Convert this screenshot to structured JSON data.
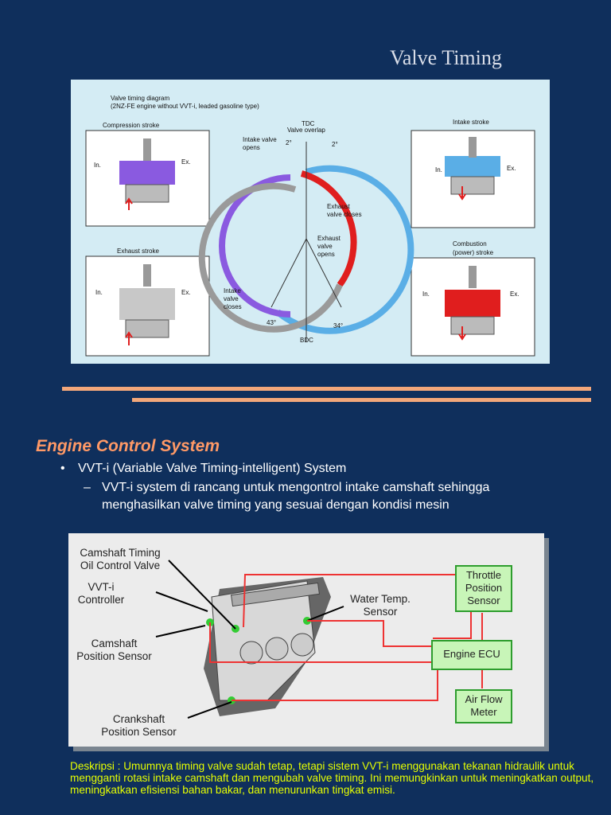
{
  "slide": {
    "title": "Valve Timing",
    "section_title": "Engine Control System",
    "bullet": "VVT-i (Variable Valve Timing-intelligent) System",
    "sub_bullet": "VVT-i system di rancang untuk mengontrol intake camshaft sehingga menghasilkan valve timing yang sesuai dengan kondisi mesin",
    "description": "Deskripsi : Umumnya timing valve sudah tetap, tetapi sistem VVT-i menggunakan tekanan hidraulik untuk mengganti rotasi intake camshaft dan mengubah valve timing. Ini memungkinkan untuk meningkatkan output, meningkatkan efisiensi bahan bakar, dan menurunkan tingkat emisi."
  },
  "timing_diagram": {
    "heading_1": "Valve timing diagram",
    "heading_2": "(2NZ-FE engine without VVT-i, leaded gasoline type)",
    "compression_stroke": "Compression stroke",
    "intake_stroke": "Intake stroke",
    "exhaust_stroke": "Exhaust stroke",
    "combustion_stroke_1": "Combustion",
    "combustion_stroke_2": "(power) stroke",
    "tdc": "TDC",
    "valve_overlap": "Valve overlap",
    "bdc": "BDC",
    "intake_opens_1": "Intake valve",
    "intake_opens_2": "opens",
    "exhaust_closes_1": "Exhaust",
    "exhaust_closes_2": "valve closes",
    "exhaust_opens_1": "Exhaust",
    "exhaust_opens_2": "valve",
    "exhaust_opens_3": "opens",
    "intake_closes_1": "Intake",
    "intake_closes_2": "valve",
    "intake_closes_3": "closes",
    "deg_2a": "2°",
    "deg_2b": "2°",
    "deg_43": "43°",
    "deg_34": "34°",
    "in_label": "In.",
    "ex_label": "Ex."
  },
  "vvt_panel": {
    "camshaft_ocv_1": "Camshaft Timing",
    "camshaft_ocv_2": "Oil Control Valve",
    "vvt_controller_1": "VVT-i",
    "vvt_controller_2": "Controller",
    "cam_sensor_1": "Camshaft",
    "cam_sensor_2": "Position Sensor",
    "crank_sensor_1": "Crankshaft",
    "crank_sensor_2": "Position Sensor",
    "water_temp_1": "Water Temp.",
    "water_temp_2": "Sensor",
    "throttle_1": "Throttle",
    "throttle_2": "Position",
    "throttle_3": "Sensor",
    "ecu": "Engine ECU",
    "airflow_1": "Air Flow",
    "airflow_2": "Meter"
  },
  "colors": {
    "background": "#0f2f5c",
    "accent_orange": "#ff9966",
    "rule": "#f2a77a",
    "description": "#e6ff00",
    "intake_arc": "#5aaee6",
    "exhaust_arc": "#9a9a9a",
    "compression_arc": "#8a5ae0",
    "combustion_arc": "#e01e1e",
    "signal_line": "#ee3333",
    "sensor_box": "#c8f5b8"
  }
}
